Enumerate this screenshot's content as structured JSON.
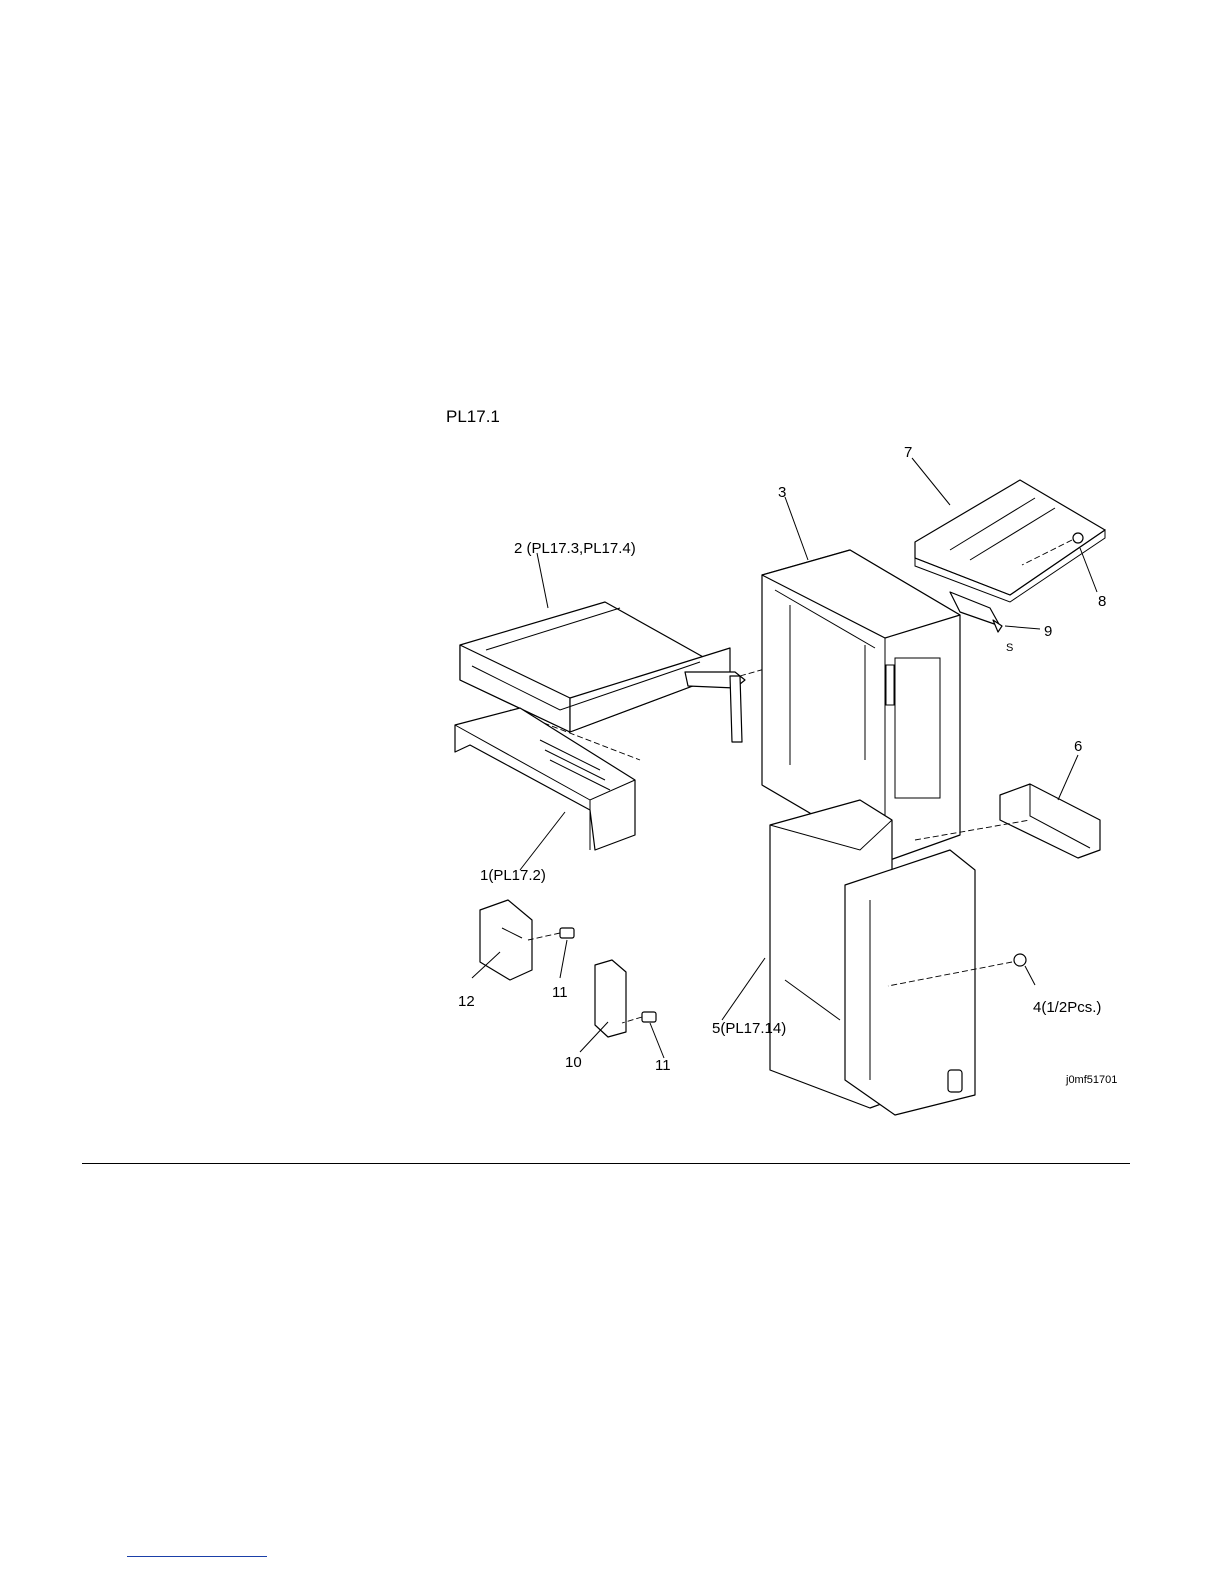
{
  "diagram": {
    "plate_id": "PL17.1",
    "figure_code": "j0mf51701",
    "callouts": [
      {
        "id": "c1",
        "text": "1(PL17.2)"
      },
      {
        "id": "c2",
        "text": "2 (PL17.3,PL17.4)"
      },
      {
        "id": "c3",
        "text": "3"
      },
      {
        "id": "c4",
        "text": "4(1/2Pcs.)"
      },
      {
        "id": "c5",
        "text": "5(PL17.14)"
      },
      {
        "id": "c6",
        "text": "6"
      },
      {
        "id": "c7",
        "text": "7"
      },
      {
        "id": "c8",
        "text": "8"
      },
      {
        "id": "c9",
        "text": "9"
      },
      {
        "id": "c10",
        "text": "10"
      },
      {
        "id": "c11a",
        "text": "11"
      },
      {
        "id": "c11b",
        "text": "11"
      },
      {
        "id": "c12",
        "text": "12"
      },
      {
        "id": "cS",
        "text": "S"
      }
    ]
  }
}
